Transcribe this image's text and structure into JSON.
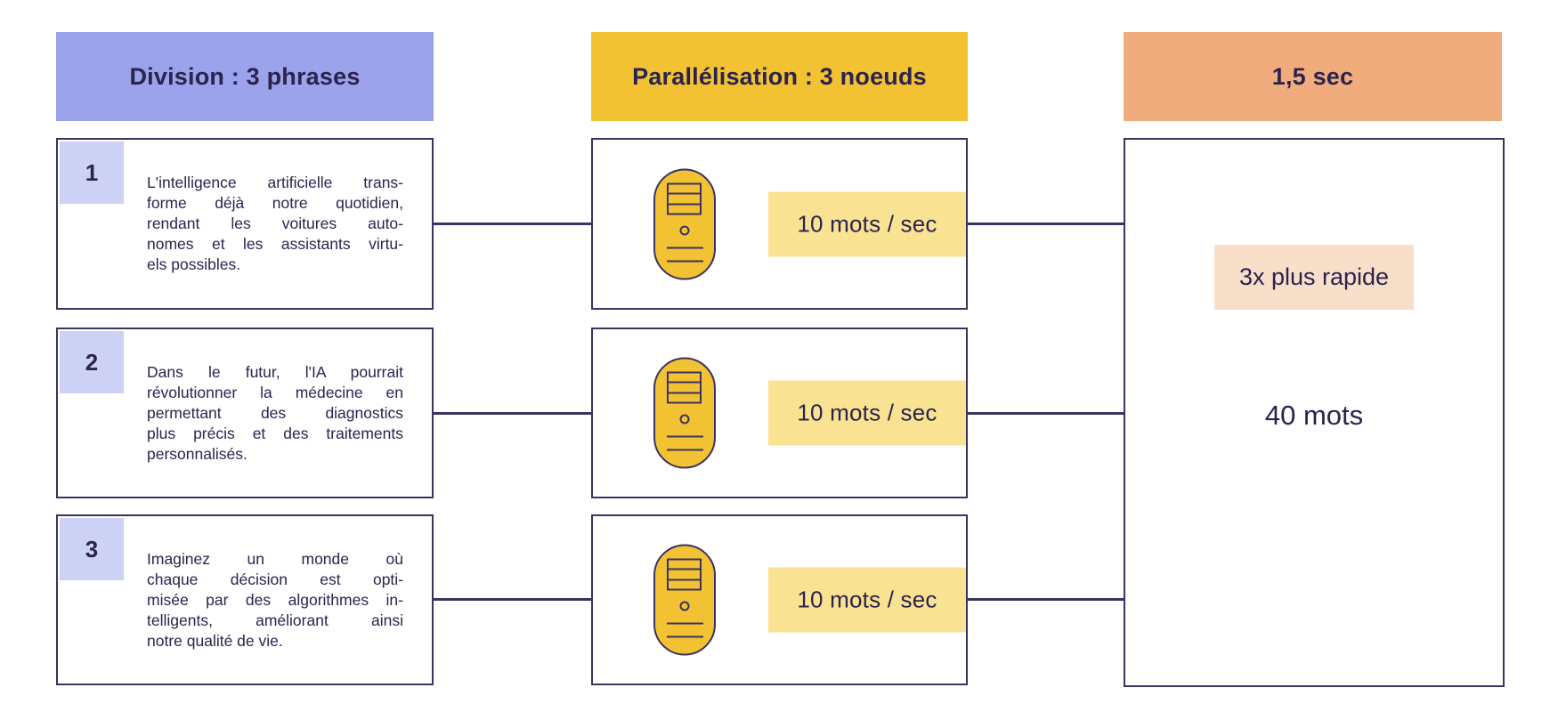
{
  "columns": {
    "division": {
      "header": "Division : 3 phrases"
    },
    "parallel": {
      "header": "Parallélisation : 3 noeuds"
    },
    "result": {
      "header": "1,5 sec"
    }
  },
  "sentences": [
    {
      "number": "1",
      "lines": [
        "L'intelligence artificielle trans-",
        "forme déjà notre quotidien,",
        "rendant les voitures auto-",
        "nomes et les assistants virtu-",
        "els possibles."
      ]
    },
    {
      "number": "2",
      "lines": [
        "Dans le futur, l'IA pourrait",
        "révolutionner la médecine en",
        "permettant des diagnostics",
        "plus précis et des traitements",
        "personnalisés."
      ]
    },
    {
      "number": "3",
      "lines": [
        "Imaginez un monde où",
        "chaque décision est opti-",
        "misée par des algorithmes in-",
        "telligents, améliorant ainsi",
        "notre qualité de vie."
      ]
    }
  ],
  "nodes": [
    {
      "rate": "10 mots / sec"
    },
    {
      "rate": "10 mots / sec"
    },
    {
      "rate": "10 mots / sec"
    }
  ],
  "result": {
    "speedup": "3x plus rapide",
    "words": "40 mots"
  },
  "colors": {
    "navy": "#2b234e",
    "line": "#3a3260",
    "periwinkle": "#9aa3ec",
    "lavender": "#cdd2f4",
    "gold": "#f2c233",
    "lightyellow": "#f9e291",
    "orange": "#f0ac7c",
    "peach": "#f8dfca",
    "paper": "#ffffff"
  }
}
